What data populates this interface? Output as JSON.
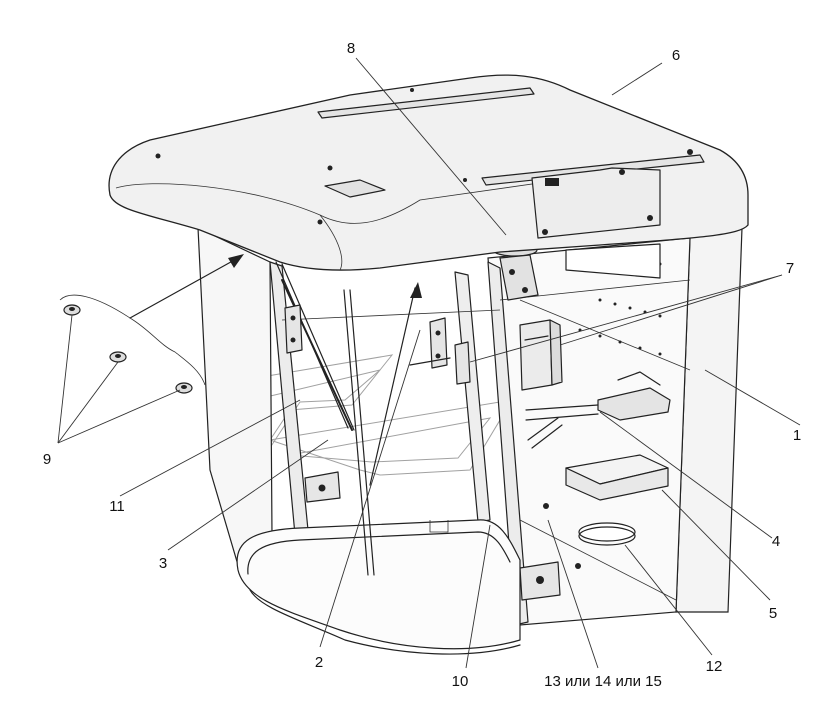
{
  "labels": [
    {
      "id": "1",
      "text": "1"
    },
    {
      "id": "2",
      "text": "2"
    },
    {
      "id": "3",
      "text": "3"
    },
    {
      "id": "4",
      "text": "4"
    },
    {
      "id": "5",
      "text": "5"
    },
    {
      "id": "6",
      "text": "6"
    },
    {
      "id": "7",
      "text": "7"
    },
    {
      "id": "8",
      "text": "8"
    },
    {
      "id": "9",
      "text": "9"
    },
    {
      "id": "10",
      "text": "10"
    },
    {
      "id": "11",
      "text": "11"
    },
    {
      "id": "12",
      "text": "12"
    },
    {
      "id": "13",
      "text": "13 или 14 или 15"
    }
  ]
}
